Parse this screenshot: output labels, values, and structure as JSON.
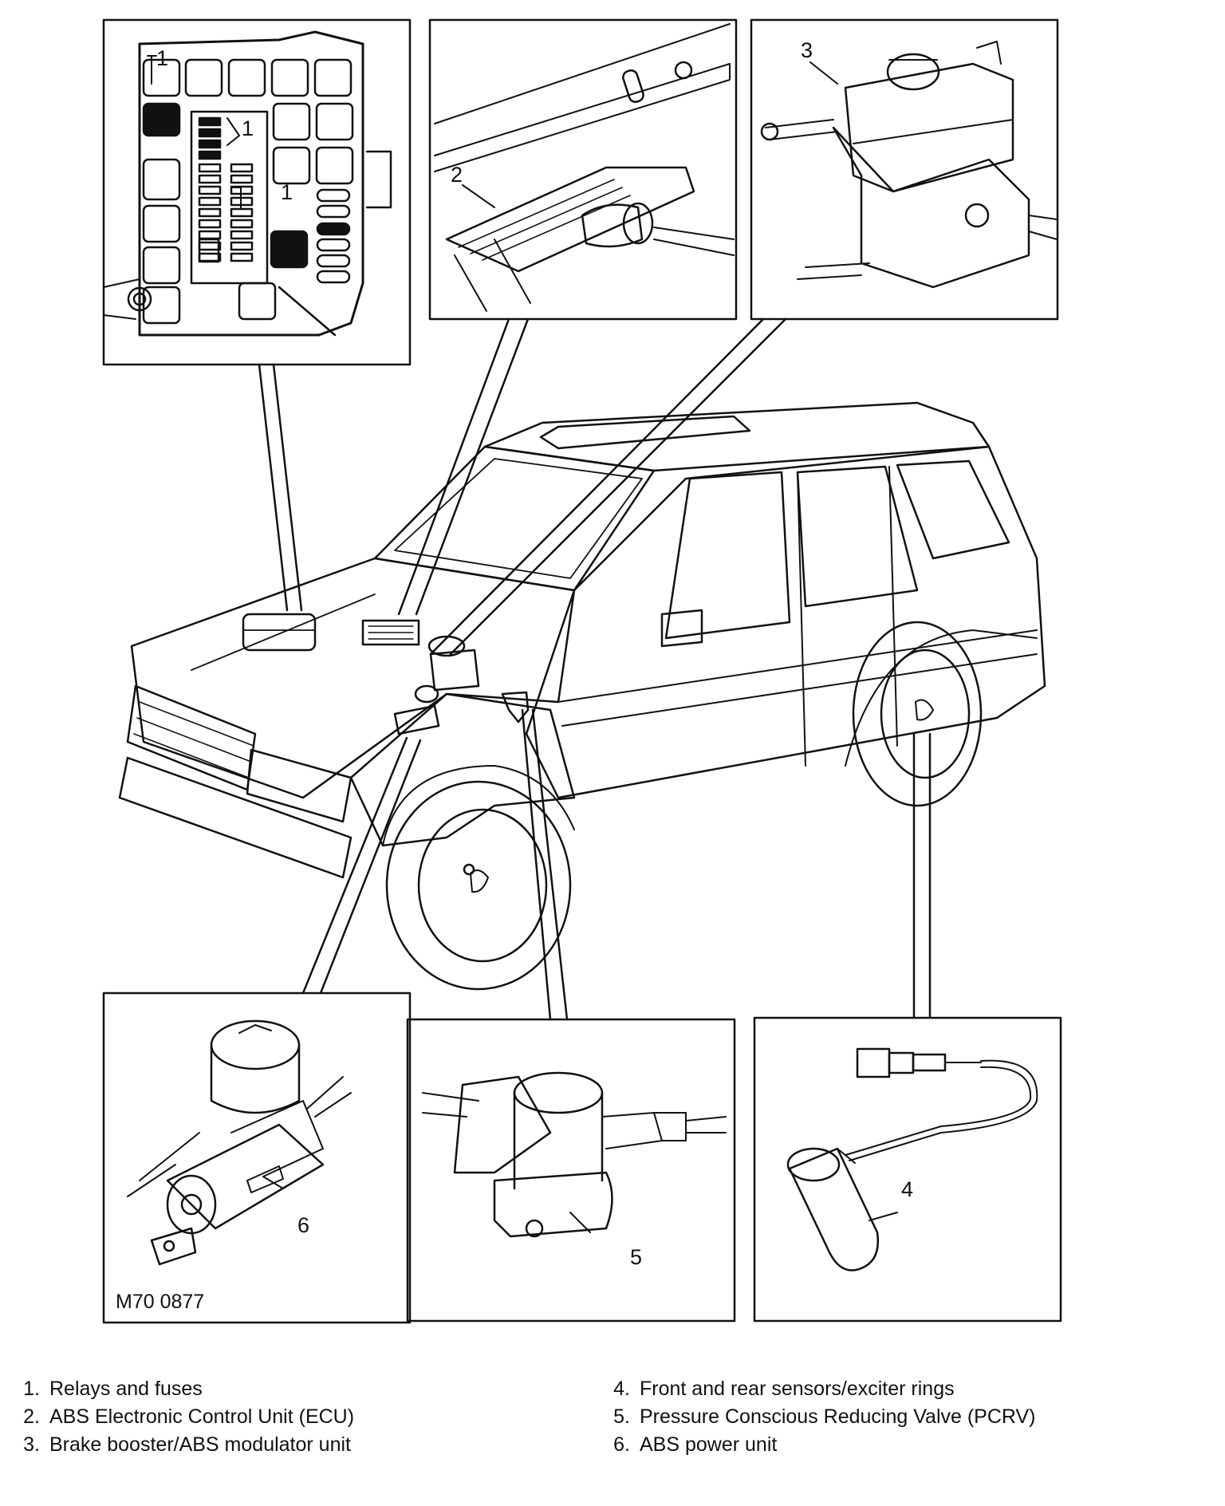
{
  "figure_ref": "M70 0877",
  "callouts": {
    "relays": "1",
    "ecu": "2",
    "booster": "3",
    "sensor": "4",
    "pcrv": "5",
    "power_unit": "6",
    "fuse_box_1": "1",
    "fuse_box_1b": "1",
    "fuse_box_1c": "1"
  },
  "legend_left": [
    {
      "num": "1.",
      "label": "Relays and fuses"
    },
    {
      "num": "2.",
      "label": "ABS Electronic Control Unit (ECU)"
    },
    {
      "num": "3.",
      "label": "Brake booster/ABS modulator unit"
    }
  ],
  "legend_right": [
    {
      "num": "4.",
      "label": "Front and rear sensors/exciter rings"
    },
    {
      "num": "5.",
      "label": "Pressure Conscious Reducing Valve (PCRV)"
    },
    {
      "num": "6.",
      "label": "ABS power unit"
    }
  ]
}
